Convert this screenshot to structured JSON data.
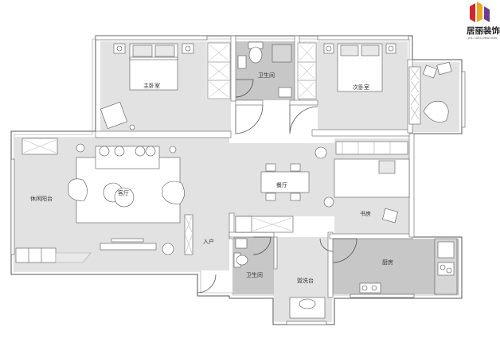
{
  "brand": {
    "name_cn": "居丽装饰",
    "name_en": "JULI DECORATION",
    "colors": {
      "red": "#d7262b",
      "orange": "#f0a81c",
      "purple": "#6a3d8e"
    }
  },
  "colors": {
    "floor": "#e2e2e2",
    "bath": "#c7c7c7",
    "wall": "#ffffff",
    "line": "#444444"
  },
  "rooms": {
    "master_bedroom": "主卧室",
    "bathroom_top": "卫生间",
    "second_bedroom": "次卧室",
    "dining": "餐厅",
    "living": "客厅",
    "leisure_balcony": "休闲阳台",
    "entrance": "入户",
    "study": "书房",
    "bathroom_bottom": "卫生间",
    "washroom": "盥洗台",
    "kitchen": "厨房"
  }
}
